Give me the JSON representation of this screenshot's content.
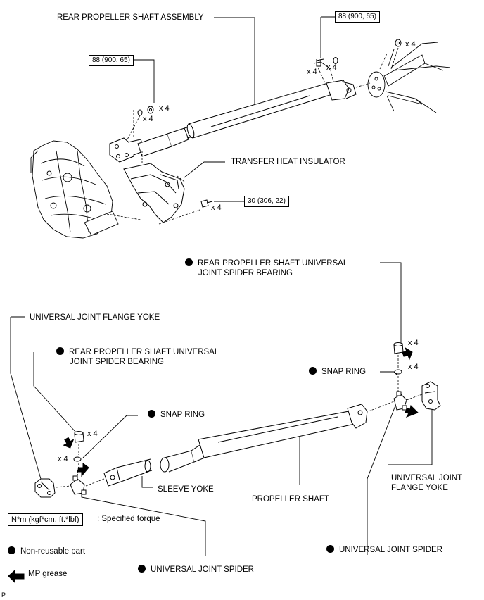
{
  "upper": {
    "rear_propeller_shaft_assembly": "REAR PROPELLER SHAFT ASSEMBLY",
    "transfer_heat_insulator": "TRANSFER HEAT INSULATOR",
    "torque_left": "88 (900, 65)",
    "torque_right": "88 (900, 65)",
    "torque_insulator": "30 (306, 22)",
    "qty_x4": "x 4"
  },
  "lower": {
    "spider_bearing_right_line1": "REAR PROPELLER SHAFT UNIVERSAL",
    "spider_bearing_right_line2": "JOINT SPIDER BEARING",
    "spider_bearing_left_line1": "REAR PROPELLER SHAFT UNIVERSAL",
    "spider_bearing_left_line2": "JOINT SPIDER BEARING",
    "flange_yoke_left": "UNIVERSAL JOINT FLANGE YOKE",
    "snap_ring_right": "SNAP RING",
    "snap_ring_left": "SNAP RING",
    "flange_yoke_right_line1": "UNIVERSAL JOINT",
    "flange_yoke_right_line2": "FLANGE YOKE",
    "sleeve_yoke": "SLEEVE YOKE",
    "propeller_shaft": "PROPELLER SHAFT",
    "spider_right": "UNIVERSAL JOINT SPIDER",
    "spider_left": "UNIVERSAL JOINT SPIDER"
  },
  "legend": {
    "torque_unit": "N*m (kgf*cm, ft.*lbf)",
    "torque_desc": ": Specified torque",
    "non_reusable": "Non-reusable part",
    "mp_grease": "MP grease"
  },
  "footer_code": "P",
  "colors": {
    "line": "#000000",
    "background": "#ffffff"
  }
}
